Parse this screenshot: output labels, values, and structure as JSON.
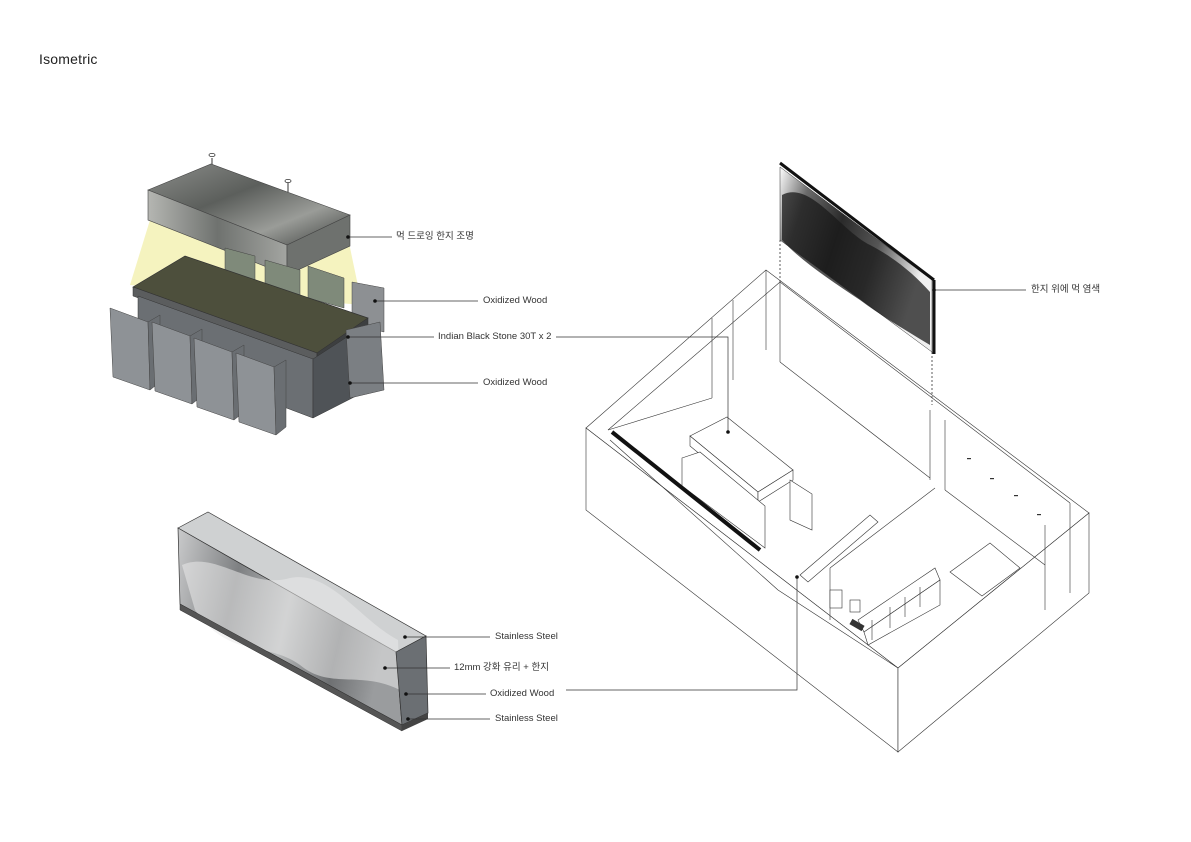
{
  "title": "Isometric",
  "labels": {
    "lamp": "먹 드로잉 한지 조명",
    "oxidized_wood_top": "Oxidized Wood",
    "indian_black_stone": "Indian Black Stone 30T x 2",
    "oxidized_wood_mid": "Oxidized Wood",
    "hanji_ink": "한지 위에 먹 염색",
    "stainless_top": "Stainless Steel",
    "glass_hanji": "12mm 강화 유리 + 한지",
    "oxidized_wood_cabinet": "Oxidized Wood",
    "stainless_bottom": "Stainless Steel"
  },
  "colors": {
    "line": "#333333",
    "stone": "#4a4a3a",
    "light_glow": "#f4f2b8",
    "wood": "#6b6f73",
    "ink": "#1a1a1a"
  }
}
